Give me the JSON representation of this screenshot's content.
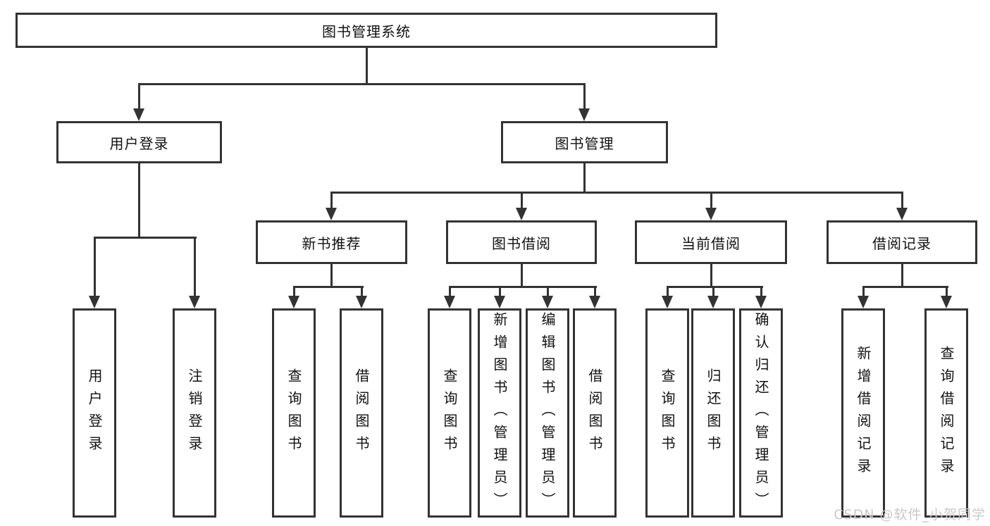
{
  "nodes": {
    "root": "图书管理系统",
    "user_login": "用户登录",
    "book_management": "图书管理",
    "new_book_recommend": "新书推荐",
    "book_borrow": "图书借阅",
    "current_borrow": "当前借阅",
    "borrow_record": "借阅记录",
    "leaves": {
      "user_login": "用户登录",
      "logout": "注销登录",
      "query_book_recommend": "查询图书",
      "borrow_book_recommend": "借阅图书",
      "query_book_borrow": "查询图书",
      "add_book_admin": "新增图书（管理员）",
      "edit_book_admin": "编辑图书（管理员）",
      "borrow_book_borrow": "借阅图书",
      "query_book_current": "查询图书",
      "return_book": "归还图书",
      "confirm_return_admin": "确认归还（管理员）",
      "add_borrow_record": "新增借阅记录",
      "query_borrow_record": "查询借阅记录"
    }
  },
  "watermark": {
    "text": "CSDN @软件_小贺同学"
  },
  "colors": {
    "line": "#333333",
    "box_border": "#333333",
    "text": "#111111",
    "background": "#ffffff",
    "watermark": "#c9c9c9"
  }
}
